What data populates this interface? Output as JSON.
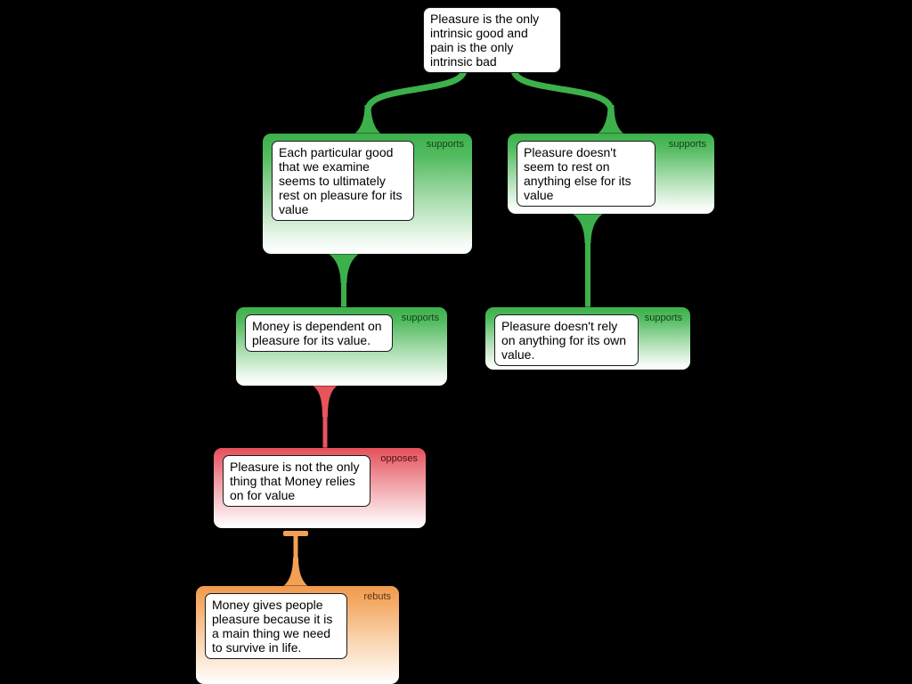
{
  "colors": {
    "supports": "#3cb04b",
    "opposes": "#e8545c",
    "rebuts": "#f2a053",
    "background": "#000000"
  },
  "nodes": {
    "root": {
      "text": "Pleasure is the only intrinsic good and pain is the only intrinsic bad"
    },
    "g1": {
      "label": "supports",
      "text": "Each particular good that we examine seems to ultimately rest on pleasure for its value"
    },
    "g2": {
      "label": "supports",
      "text": "Pleasure doesn't seem to rest on anything else for its value"
    },
    "g3": {
      "label": "supports",
      "text": "Money is dependent on pleasure for its value."
    },
    "g4": {
      "label": "supports",
      "text": "Pleasure doesn't rely on anything for its own value."
    },
    "g5": {
      "label": "opposes",
      "text": "Pleasure is not the only thing that Money relies on for value"
    },
    "g6": {
      "label": "rebuts",
      "text": "Money gives people pleasure because it is a main thing we need to survive in life."
    }
  }
}
